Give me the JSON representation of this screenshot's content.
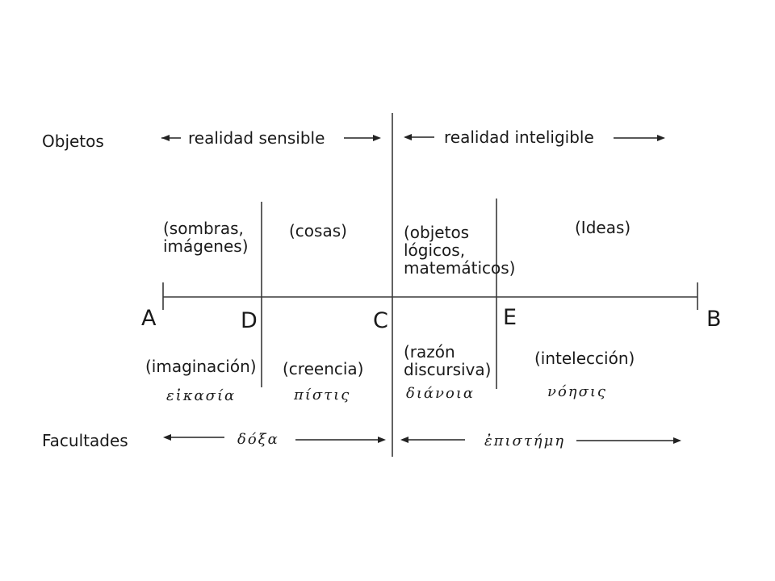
{
  "rows": {
    "objects": "Objetos",
    "faculties": "Facultades"
  },
  "realms": {
    "sensible": "realidad sensible",
    "intelligible": "realidad inteligible"
  },
  "objects": {
    "shadows": [
      "(sombras,",
      "imágenes)"
    ],
    "things": "(cosas)",
    "math": [
      "(objetos",
      "lógicos,",
      "matemáticos)"
    ],
    "ideas": "(Ideas)"
  },
  "points": {
    "a": "A",
    "b": "B",
    "c": "C",
    "d": "D",
    "e": "E"
  },
  "faculties": {
    "imagination": "(imaginación)",
    "belief": "(creencia)",
    "reasoning": [
      "(razón",
      "discursiva)"
    ],
    "intellection": "(intelección)"
  },
  "greek": {
    "eikasia": "εἰκασία",
    "pistis": "πίστις",
    "dianoia": "διάνοια",
    "noesis": "νόησις",
    "doxa": "δόξα",
    "episteme": "ἐπιστήμη"
  }
}
